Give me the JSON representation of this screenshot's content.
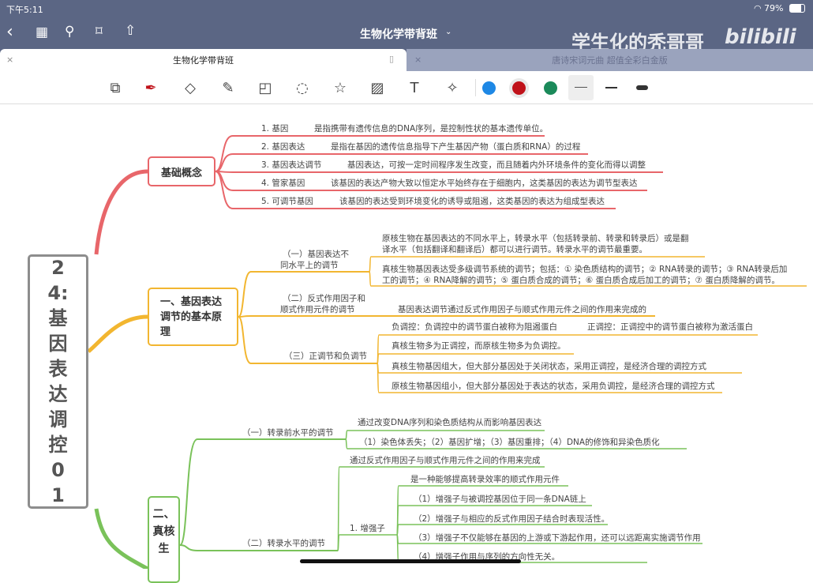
{
  "status": {
    "time": "下午5:11",
    "battery": "79%"
  },
  "nav": {
    "title": "生物化学带背班",
    "watermark": "学生化的秃哥哥",
    "brand": "bilibili"
  },
  "tabs": [
    {
      "label": "生物化学带背班",
      "active": true
    },
    {
      "label": "唐诗宋词元曲 超值全彩白金版",
      "active": false
    }
  ],
  "toolbar": {
    "tools": [
      "zoom-window",
      "pen",
      "eraser",
      "highlighter",
      "shapes",
      "lasso",
      "sticker",
      "image",
      "text",
      "laser-pointer"
    ],
    "colors": [
      "#1e88e5",
      "#c0121a",
      "#1b8a5a"
    ],
    "selected_color": "#c0121a"
  },
  "mindmap": {
    "root": "24:基因表达调控01",
    "branch1": {
      "title": "基础概念",
      "color": "#e8666a",
      "items": [
        {
          "label": "1. 基因",
          "desc": "是指携带有遗传信息的DNA序列，是控制性状的基本遗传单位。"
        },
        {
          "label": "2. 基因表达",
          "desc": "是指在基因的遗传信息指导下产生基因产物（蛋白质和RNA）的过程"
        },
        {
          "label": "3. 基因表达调节",
          "desc": "基因表达，可按一定时间程序发生改变，而且随着内外环境条件的变化而得以调整"
        },
        {
          "label": "4. 管家基因",
          "desc": "该基因的表达产物大致以恒定水平始终存在于细胞内，这类基因的表达为调节型表达"
        },
        {
          "label": "5. 可调节基因",
          "desc": "该基因的表达受到环境变化的诱导或阻遏，这类基因的表达为组成型表达"
        }
      ]
    },
    "branch2": {
      "title": "一、基因表达调节的基本原理",
      "color": "#f2b630",
      "sub1": {
        "label1": "（一）基因表达不",
        "label2": "同水平上的调节",
        "d1a": "原核生物在基因表达的不同水平上，转录水平（包括转录前、转录和转录后）或是翻",
        "d1b": "译水平（包括翻译和翻译后）都可以进行调节。转录水平的调节最重要。",
        "d2a": "真核生物基因表达受多级调节系统的调节；包括：① 染色质结构的调节；② RNA转录的调节；③ RNA转录后加",
        "d2b": "工的调节；④ RNA降解的调节；⑤ 蛋白质合成的调节；⑥ 蛋白质合成后加工的调节；⑦ 蛋白质降解的调节。"
      },
      "sub2": {
        "label1": "（二）反式作用因子和",
        "label2": "顺式作用元件的调节",
        "desc": "基因表达调节通过反式作用因子与顺式作用元件之间的作用来完成的"
      },
      "sub3": {
        "label": "（三）正调节和负调节",
        "items": [
          "负调控：负调控中的调节蛋白被称为阻遏蛋白",
          "正调控：正调控中的调节蛋白被称为激活蛋白",
          "真核生物多为正调控，而原核生物多为负调控。",
          "真核生物基因组大，但大部分基因处于关闭状态，采用正调控，是经济合理的调控方式",
          "原核生物基因组小，但大部分基因处于表达的状态，采用负调控，是经济合理的调控方式"
        ]
      }
    },
    "branch3": {
      "title": "二、真核生",
      "color": "#7ac25a",
      "sub1": {
        "label": "（一）转录前水平的调节",
        "d1": "通过改变DNA序列和染色质结构从而影响基因表达",
        "d2": "（1）染色体丢失；（2）基因扩增；（3）基因重排；（4）DNA的修饰和异染色质化"
      },
      "sub2": {
        "label": "（二）转录水平的调节",
        "d1": "通过反式作用因子与顺式作用元件之间的作用来完成",
        "enhancer": {
          "label": "1. 增强子",
          "items": [
            "是一种能够提高转录效率的顺式作用元件",
            "（1）增强子与被调控基因位于同一条DNA链上",
            "（2）增强子与相应的反式作用因子结合时表现活性。",
            "（3）增强子不仅能够在基因的上游或下游起作用，还可以远距离实施调节作用",
            "（4）增强子作用与序列的方向性无关。"
          ]
        }
      }
    }
  }
}
